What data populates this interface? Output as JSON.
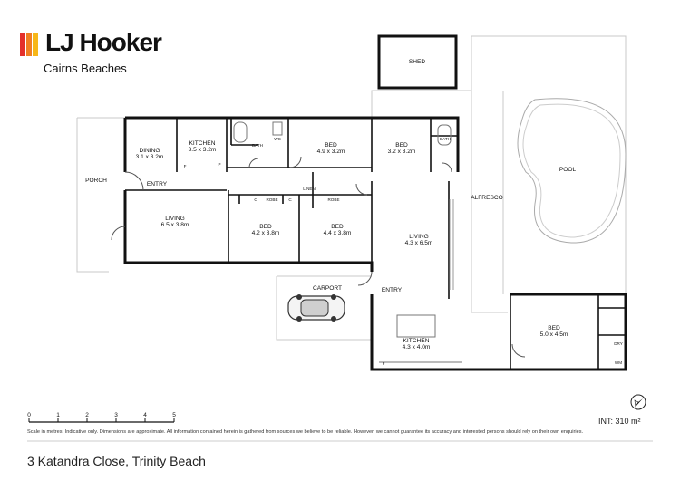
{
  "brand": {
    "name": "LJ Hooker",
    "branch": "Cairns Beaches",
    "colors": {
      "bar1": "#e4302b",
      "bar2": "#f07f22",
      "bar3": "#f7b718"
    }
  },
  "rooms": {
    "shed": {
      "name": "SHED"
    },
    "dining": {
      "name": "DINING",
      "size": "3.1 x 3.2m"
    },
    "kitchen_north": {
      "name": "KITCHEN",
      "size": "3.5 x 3.2m"
    },
    "bed_north_1": {
      "name": "BED",
      "size": "4.9 x 3.2m"
    },
    "bed_north_2": {
      "name": "BED",
      "size": "3.2 x 3.2m"
    },
    "porch": {
      "name": "PORCH"
    },
    "entry_west": {
      "name": "ENTRY"
    },
    "living_west": {
      "name": "LIVING",
      "size": "6.5 x 3.8m"
    },
    "bed_mid_1": {
      "name": "BED",
      "size": "4.2 x 3.8m"
    },
    "bed_mid_2": {
      "name": "BED",
      "size": "4.4 x 3.8m"
    },
    "alfresco": {
      "name": "ALFRESCO"
    },
    "pool": {
      "name": "POOL"
    },
    "living_east": {
      "name": "LIVING",
      "size": "4.3 x 6.5m"
    },
    "carport": {
      "name": "CARPORT"
    },
    "entry_east": {
      "name": "ENTRY"
    },
    "kitchen_south": {
      "name": "KITCHEN",
      "size": "4.3 x 4.0m"
    },
    "bed_south": {
      "name": "BED",
      "size": "5.0 x 4.5m"
    }
  },
  "fixtures": {
    "bath": "BATH",
    "wc": "WC",
    "robe": "ROBE",
    "linen": "LINEN",
    "c": "C",
    "f": "F",
    "p": "P",
    "dry": "DRY",
    "wm": "WM",
    "bath2": "BATH"
  },
  "scale": {
    "ticks": [
      "0",
      "1",
      "2",
      "3",
      "4",
      "5"
    ]
  },
  "footer": {
    "area": "INT: 310 m²",
    "disclaimer": "Scale in metres. Indicative only. Dimensions are approximate. All information contained herein is gathered from sources we believe to be reliable. However, we cannot guarantee its accuracy and interested persons should rely on their own enquiries.",
    "address": "3 Katandra Close, Trinity Beach"
  },
  "icons": {
    "compass": "compass-icon",
    "car": "car-icon"
  }
}
